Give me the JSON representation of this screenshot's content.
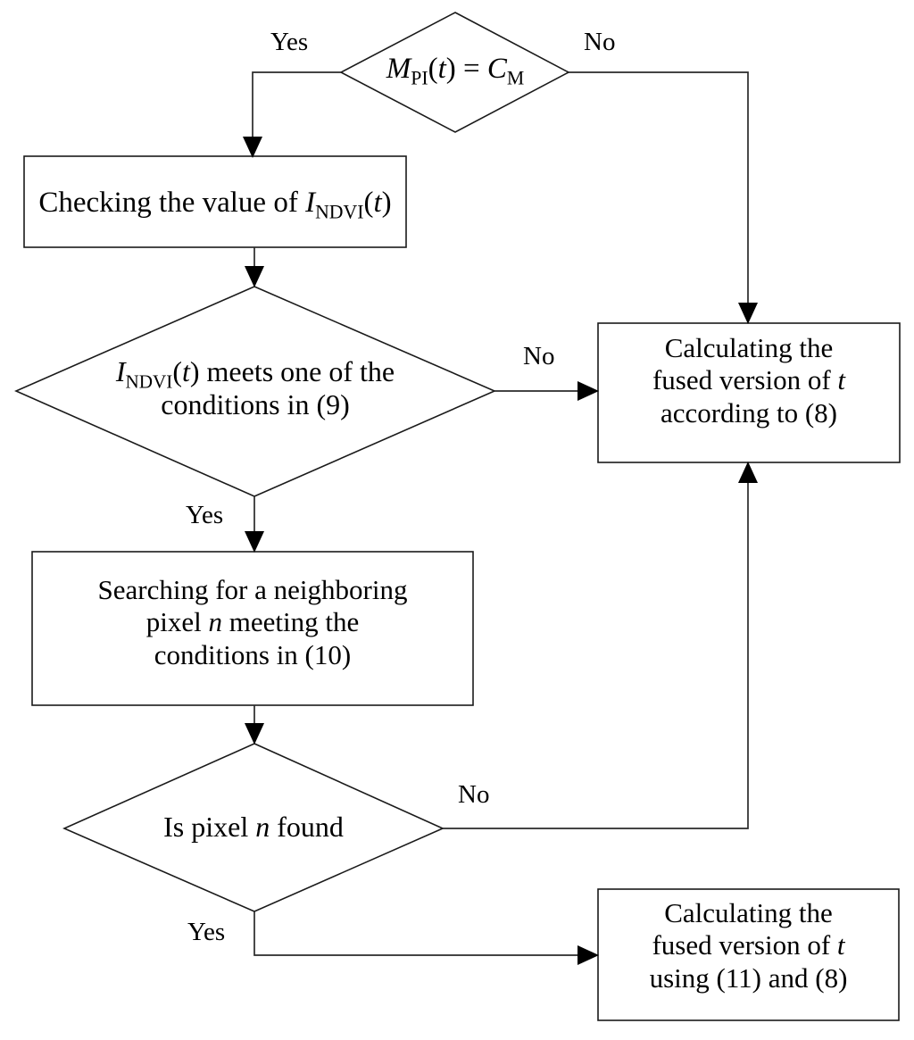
{
  "diagram": {
    "type": "flowchart",
    "title": "",
    "background_color": "#ffffff",
    "line_color": "#1a1a1a",
    "text_color": "#000000",
    "nodes": [
      {
        "id": "decision_mpi",
        "shape": "diamond",
        "text": "M_PI(t) = C_M",
        "parts": {
          "m": "M",
          "m_sub": "PI",
          "arg": "(t) = ",
          "c": "C",
          "c_sub": "M"
        }
      },
      {
        "id": "check_ndvi",
        "shape": "rectangle",
        "line1_pre": "Checking the value of ",
        "line1_i": "I",
        "line1_sub": "NDVI",
        "line1_post": "(t)"
      },
      {
        "id": "decision_ndvi_conditions",
        "shape": "diamond",
        "line1_i": "I",
        "line1_sub": "NDVI",
        "line1_post": "(t) meets one of the",
        "line2": "conditions in (9)"
      },
      {
        "id": "calc_fused_8",
        "shape": "rectangle",
        "line1": "Calculating the",
        "line2_pre": "fused version of ",
        "line2_it": "t",
        "line3": "according to (8)"
      },
      {
        "id": "search_neighbor",
        "shape": "rectangle",
        "line1": "Searching for a neighboring",
        "line2_pre": "pixel ",
        "line2_it": "n",
        "line2_post": " meeting the",
        "line3": "conditions in (10)"
      },
      {
        "id": "decision_pixel_found",
        "shape": "diamond",
        "line1_pre": "Is pixel ",
        "line1_it": "n",
        "line1_post": " found"
      },
      {
        "id": "calc_fused_11_8",
        "shape": "rectangle",
        "line1": "Calculating the",
        "line2_pre": "fused version of ",
        "line2_it": "t",
        "line3": "using (11) and (8)"
      }
    ],
    "edge_labels": {
      "top_yes": "Yes",
      "top_no": "No",
      "ndvi_no": "No",
      "ndvi_yes": "Yes",
      "found_no": "No",
      "found_yes": "Yes"
    }
  }
}
